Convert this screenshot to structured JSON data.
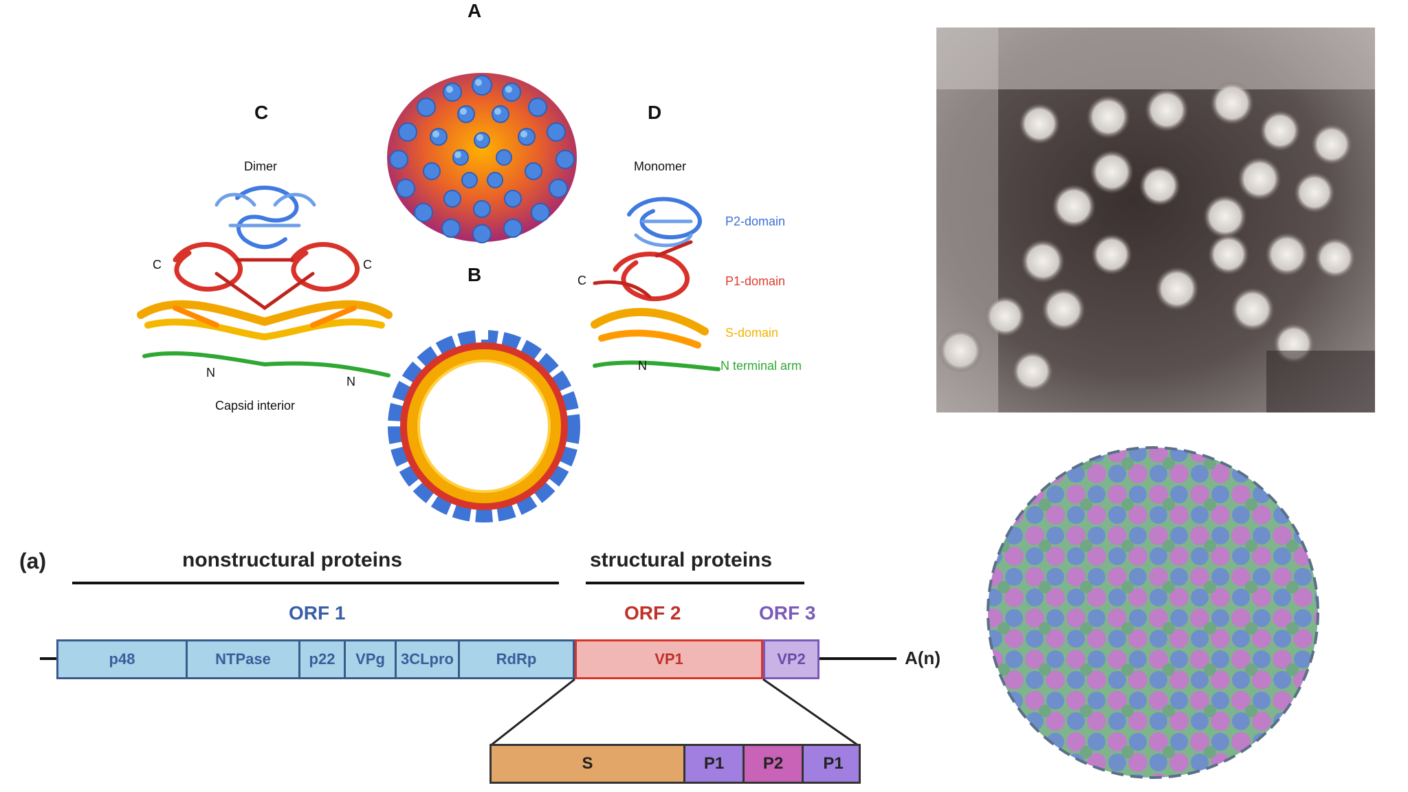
{
  "panels": {
    "A": {
      "letter": "A"
    },
    "B": {
      "letter": "B"
    },
    "C": {
      "letter": "C",
      "title": "Dimer",
      "term_c_left": "C",
      "term_c_right": "C",
      "term_n_left": "N",
      "term_n_right": "N",
      "caption": "Capsid interior"
    },
    "D": {
      "letter": "D",
      "title": "Monomer",
      "term_c": "C",
      "term_n": "N",
      "domains": [
        {
          "label": "P2-domain",
          "color": "#3a6fd8"
        },
        {
          "label": "P1-domain",
          "color": "#e03a2a"
        },
        {
          "label": "S-domain",
          "color": "#f2b400"
        },
        {
          "label": "N terminal arm",
          "color": "#2ea832"
        }
      ]
    }
  },
  "genome": {
    "panel_label": "(a)",
    "nonstructural_heading": "nonstructural proteins",
    "structural_heading": "structural proteins",
    "orf1": {
      "label": "ORF 1",
      "color": "#3a5da8"
    },
    "orf2": {
      "label": "ORF 2",
      "color": "#c0302a"
    },
    "orf3": {
      "label": "ORF 3",
      "color": "#7a5ab8"
    },
    "polya": "A(n)",
    "orf1_segments": [
      "p48",
      "NTPase",
      "p22",
      "VPg",
      "3CLpro",
      "RdRp"
    ],
    "vp1": "VP1",
    "vp2": "VP2",
    "vp1_domains": [
      "S",
      "P1",
      "P2",
      "P1"
    ],
    "colors": {
      "orf1_fill": "#a9d3e8",
      "vp1_fill": "#f1b7b4",
      "vp2_fill": "#c9b3e6",
      "s_fill": "#e2a768",
      "p1_fill": "#a07fe0",
      "p2_fill": "#c863b8"
    }
  }
}
